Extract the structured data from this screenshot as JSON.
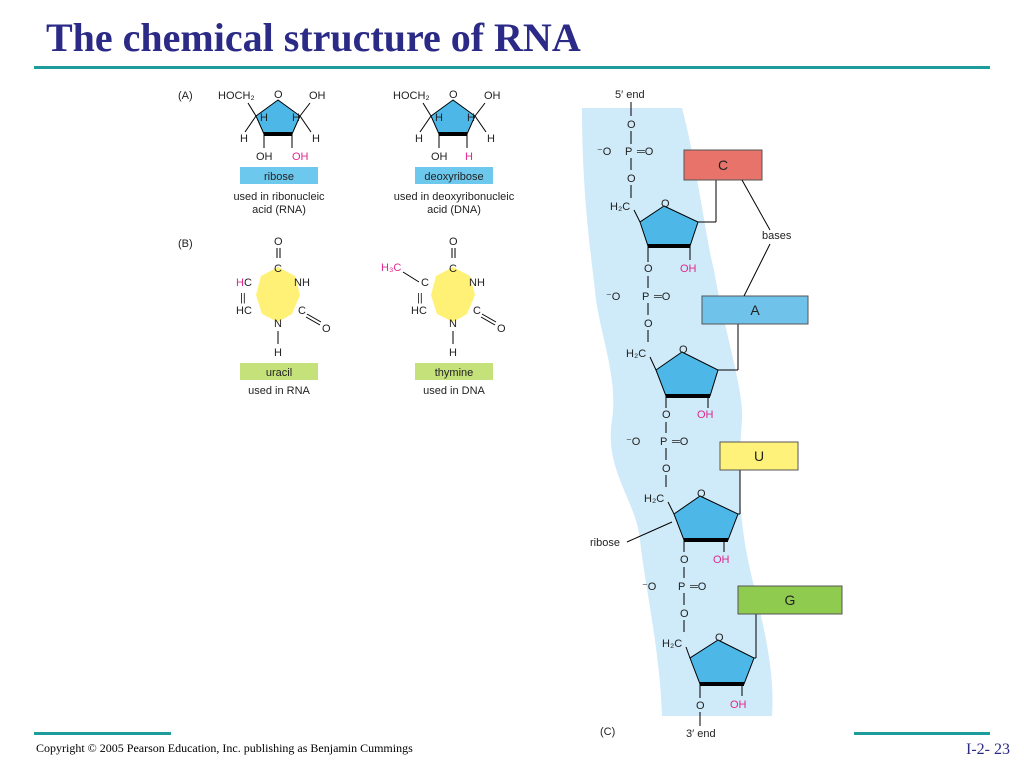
{
  "title": "The chemical structure of RNA",
  "footer": {
    "copyright": "Copyright © 2005 Pearson Education, Inc. publishing as Benjamin Cummings",
    "slide_number": "I-2- 23"
  },
  "panels": {
    "a": "(A)",
    "b": "(B)",
    "c": "(C)"
  },
  "sugars": [
    {
      "label": "ribose",
      "caption1": "used in ribonucleic",
      "caption2": "acid (RNA)",
      "top_left": "HOCH₂",
      "top_right": "OH",
      "ring_o": "O",
      "bottom_left": "OH",
      "bottom_right": "OH",
      "h": "H"
    },
    {
      "label": "deoxyribose",
      "caption1": "used in deoxyribonucleic",
      "caption2": "acid (DNA)",
      "top_left": "HOCH₂",
      "top_right": "OH",
      "ring_o": "O",
      "bottom_left": "OH",
      "bottom_right": "H",
      "h": "H"
    }
  ],
  "bases": [
    {
      "label": "uracil",
      "caption": "used in RNA"
    },
    {
      "label": "thymine",
      "caption": "used in DNA"
    }
  ],
  "base_atoms": {
    "o": "O",
    "c": "C",
    "nh": "NH",
    "hc": "HC",
    "n": "N",
    "h": "H",
    "h3c": "H₃C",
    "dbl": "||"
  },
  "strand": {
    "five_end": "5′ end",
    "three_end": "3′ end",
    "bases_label": "bases",
    "ribose_label": "ribose",
    "phosphate": {
      "ominus": "⁻O",
      "p": "P",
      "eq_o": "═O",
      "o": "O"
    },
    "h2c": "H₂C",
    "ring_o": "O",
    "oh": "OH",
    "base_letters": [
      "C",
      "A",
      "U",
      "G"
    ]
  },
  "colors": {
    "title": "#2b2b87",
    "rule": "#1e9c9c",
    "sugar_ring": "#4db8e8",
    "sugar_label_box": "#6cc8ec",
    "base_ring": "#fff176",
    "base_label_box": "#c5e17a",
    "backbone": "#cfeaf8",
    "highlight": "#e0288c",
    "base_c": "#e8736a",
    "base_a": "#6fc3ea",
    "base_u": "#fff27a",
    "base_g": "#8ecb4e"
  }
}
